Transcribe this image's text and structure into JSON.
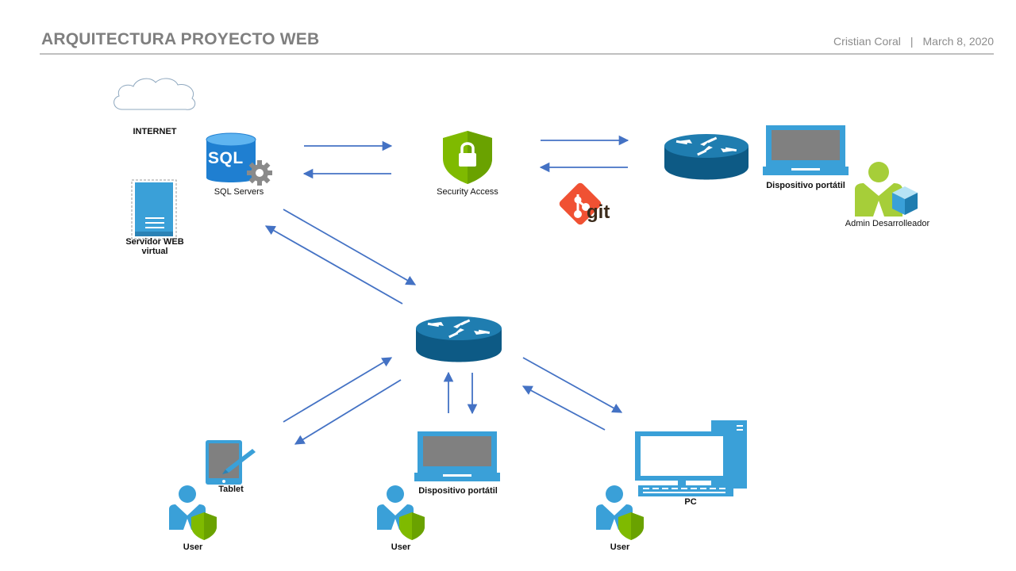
{
  "header": {
    "title": "ARQUITECTURA PROYECTO WEB",
    "author": "Cristian Coral",
    "separator": "|",
    "date": "March 8, 2020"
  },
  "nodes": {
    "internet": "INTERNET",
    "sql": "SQL Servers",
    "sql_logo_text": "SQL",
    "web_server": [
      "Servidor WEB",
      "virtual"
    ],
    "security": "Security Access",
    "git_text": "git",
    "dev_laptop": "Dispositivo portátil",
    "admin": "Admin Desarrolleador",
    "tablet": "Tablet",
    "user_laptop": "Dispositivo portátil",
    "pc": "PC",
    "user_1": "User",
    "user_2": "User",
    "user_3": "User"
  },
  "colors": {
    "arrow": "#4472c4",
    "router_dark": "#0d5a85",
    "router_top": "#1f7db0",
    "device_blue": "#3aa0d8",
    "screen_gray": "#808080",
    "shield_green": "#7fba00",
    "git_red": "#f05133",
    "header_gray": "#7f7f7f"
  },
  "icons": [
    "cloud-icon",
    "sql-database-icon",
    "server-icon",
    "security-shield-icon",
    "router-icon",
    "laptop-icon",
    "git-icon",
    "admin-user-icon",
    "tablet-icon",
    "desktop-pc-icon",
    "user-shield-icon"
  ]
}
